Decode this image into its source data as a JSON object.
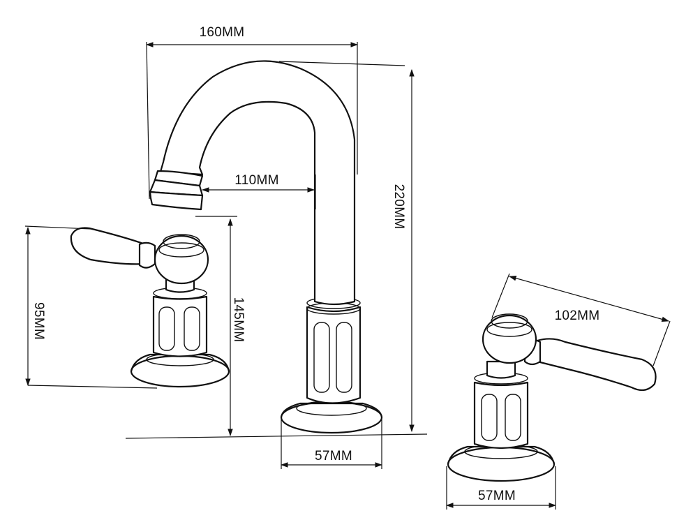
{
  "dimensions": {
    "spout_reach_outer": "160MM",
    "spout_reach_inner": "110MM",
    "spout_height": "220MM",
    "handle_height": "95MM",
    "handle_spacing_height": "145MM",
    "handle_length": "102MM",
    "base_spout": "57MM",
    "base_handle": "57MM"
  }
}
